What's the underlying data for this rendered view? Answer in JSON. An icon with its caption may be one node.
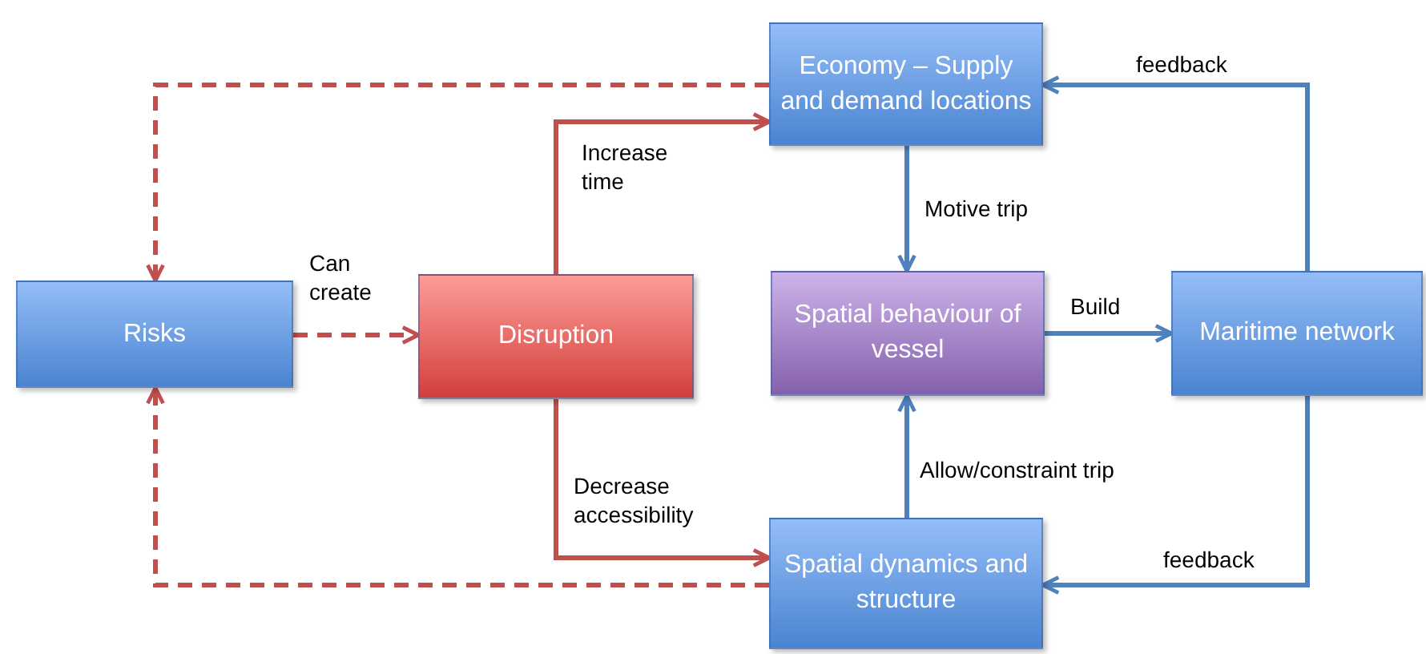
{
  "diagram": {
    "nodes": [
      {
        "text": [
          "Risks"
        ]
      },
      {
        "text": [
          "Disruption"
        ]
      },
      {
        "text": [
          "Economy – Supply and demand locations"
        ]
      },
      {
        "text": [
          "Spatial behaviour of vessel"
        ]
      },
      {
        "text": [
          "Maritime network"
        ]
      },
      {
        "text": [
          "Spatial dynamics and structure"
        ]
      }
    ],
    "edges": [
      {
        "from": 2,
        "to": 0,
        "arrow": "to",
        "style": "dashed",
        "color": "#c0504d"
      },
      {
        "from": 5,
        "to": 0,
        "arrow": "to",
        "style": "dashed",
        "color": "#c0504d"
      },
      {
        "from": 0,
        "to": 1,
        "arrow": "to",
        "label": "Can create",
        "style": "dashed",
        "color": "#c0504d"
      },
      {
        "from": 1,
        "to": 2,
        "arrow": "to",
        "label": "Increase time",
        "color": "#c0504d"
      },
      {
        "from": 1,
        "to": 5,
        "arrow": "to",
        "label": "Decrease accessibility",
        "color": "#c0504d"
      },
      {
        "from": 2,
        "to": 3,
        "arrow": "to",
        "label": "Motive trip",
        "color": "#4f81bd"
      },
      {
        "from": 5,
        "to": 3,
        "arrow": "to",
        "label": "Allow/constraint trip",
        "color": "#4f81bd"
      },
      {
        "from": 3,
        "to": 4,
        "arrow": "to",
        "label": "Build",
        "color": "#4f81bd"
      },
      {
        "from": 4,
        "to": 2,
        "arrow": "to",
        "label": "feedback",
        "color": "#4f81bd"
      },
      {
        "from": 4,
        "to": 5,
        "arrow": "to",
        "label": "feedback",
        "color": "#4f81bd"
      }
    ]
  }
}
